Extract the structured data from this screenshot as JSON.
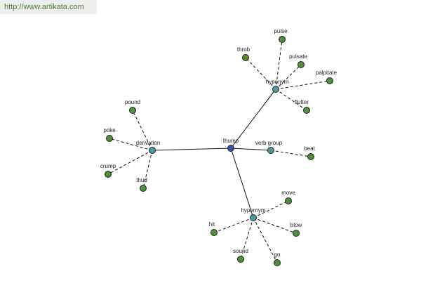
{
  "banner": {
    "url": "http://www.artikata.com"
  },
  "colors": {
    "center": "#3c4fa0",
    "relation": "#4f9aa0",
    "leaf": "#4f8f3a"
  },
  "graph": {
    "nodes": [
      {
        "id": "thump",
        "label": "thump",
        "kind": "center"
      },
      {
        "id": "hyponym",
        "label": "hyponym",
        "kind": "relation"
      },
      {
        "id": "verb-group",
        "label": "verb group",
        "kind": "relation"
      },
      {
        "id": "derivation",
        "label": "derivation",
        "kind": "relation"
      },
      {
        "id": "hypernym",
        "label": "hypernym",
        "kind": "relation"
      },
      {
        "id": "pulse",
        "label": "pulse",
        "kind": "leaf"
      },
      {
        "id": "throb",
        "label": "throb",
        "kind": "leaf"
      },
      {
        "id": "pulsate",
        "label": "pulsate",
        "kind": "leaf"
      },
      {
        "id": "palpitate",
        "label": "palpitate",
        "kind": "leaf"
      },
      {
        "id": "flutter",
        "label": "flutter",
        "kind": "leaf"
      },
      {
        "id": "beat",
        "label": "beat",
        "kind": "leaf"
      },
      {
        "id": "pound",
        "label": "pound",
        "kind": "leaf"
      },
      {
        "id": "poke",
        "label": "poke",
        "kind": "leaf"
      },
      {
        "id": "crump",
        "label": "crump",
        "kind": "leaf"
      },
      {
        "id": "thud",
        "label": "thud",
        "kind": "leaf"
      },
      {
        "id": "move",
        "label": "move",
        "kind": "leaf"
      },
      {
        "id": "hit",
        "label": "hit",
        "kind": "leaf"
      },
      {
        "id": "blow",
        "label": "blow",
        "kind": "leaf"
      },
      {
        "id": "sound",
        "label": "sound",
        "kind": "leaf"
      },
      {
        "id": "go",
        "label": "go",
        "kind": "leaf"
      }
    ],
    "edges": [
      {
        "from": "thump",
        "to": "hyponym",
        "style": "solid"
      },
      {
        "from": "thump",
        "to": "verb-group",
        "style": "solid"
      },
      {
        "from": "thump",
        "to": "derivation",
        "style": "solid"
      },
      {
        "from": "thump",
        "to": "hypernym",
        "style": "solid"
      },
      {
        "from": "hyponym",
        "to": "pulse",
        "style": "dashed"
      },
      {
        "from": "hyponym",
        "to": "throb",
        "style": "dashed"
      },
      {
        "from": "hyponym",
        "to": "pulsate",
        "style": "dashed"
      },
      {
        "from": "hyponym",
        "to": "palpitate",
        "style": "dashed"
      },
      {
        "from": "hyponym",
        "to": "flutter",
        "style": "dashed"
      },
      {
        "from": "verb-group",
        "to": "beat",
        "style": "dashed"
      },
      {
        "from": "derivation",
        "to": "pound",
        "style": "dashed"
      },
      {
        "from": "derivation",
        "to": "poke",
        "style": "dashed"
      },
      {
        "from": "derivation",
        "to": "crump",
        "style": "dashed"
      },
      {
        "from": "derivation",
        "to": "thud",
        "style": "dashed"
      },
      {
        "from": "hypernym",
        "to": "move",
        "style": "dashed"
      },
      {
        "from": "hypernym",
        "to": "hit",
        "style": "dashed"
      },
      {
        "from": "hypernym",
        "to": "blow",
        "style": "dashed"
      },
      {
        "from": "hypernym",
        "to": "sound",
        "style": "dashed"
      },
      {
        "from": "hypernym",
        "to": "go",
        "style": "dashed"
      }
    ]
  }
}
